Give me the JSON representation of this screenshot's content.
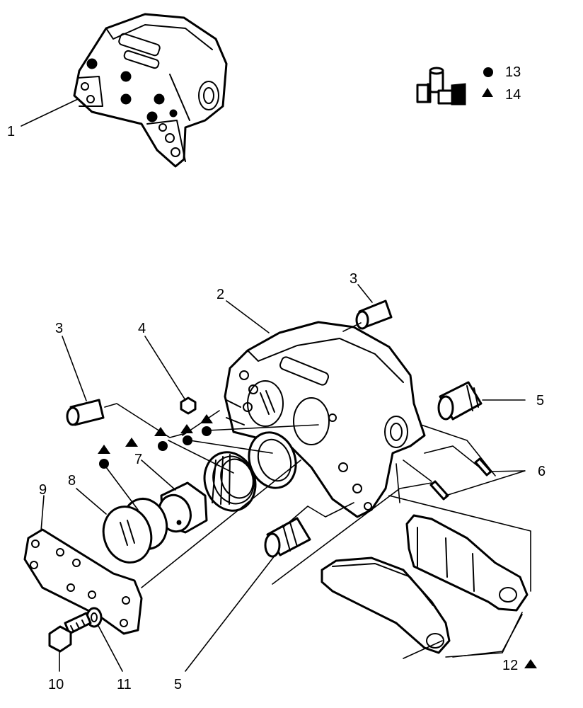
{
  "callouts": {
    "c1": "1",
    "c2": "2",
    "c3a": "3",
    "c3b": "3",
    "c4": "4",
    "c5a": "5",
    "c5b": "5",
    "c6": "6",
    "c7": "7",
    "c8": "8",
    "c9": "9",
    "c10": "10",
    "c11": "11",
    "c12": "12",
    "c13": "13",
    "c14": "14"
  },
  "legend": [
    {
      "symbol": "circle",
      "number": "13"
    },
    {
      "symbol": "triangle",
      "number": "14"
    }
  ]
}
